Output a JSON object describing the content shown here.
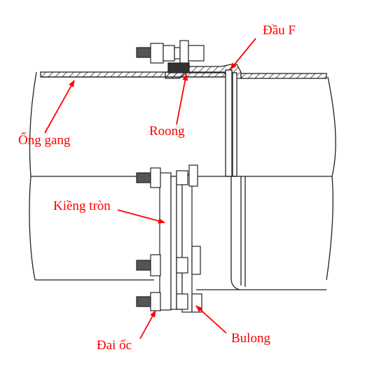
{
  "diagram": {
    "labels": {
      "dau_f": "Đầu F",
      "roong": "Roong",
      "ong_gang": "Ống gang",
      "kieng_tron": "Kiềng tròn",
      "dai_oc": "Đai ốc",
      "bulong": "Bulong"
    },
    "colors": {
      "label": "#ff0000",
      "arrow": "#ff0000",
      "line": "#222222",
      "hatch": "#333333",
      "background": "#ffffff"
    }
  }
}
